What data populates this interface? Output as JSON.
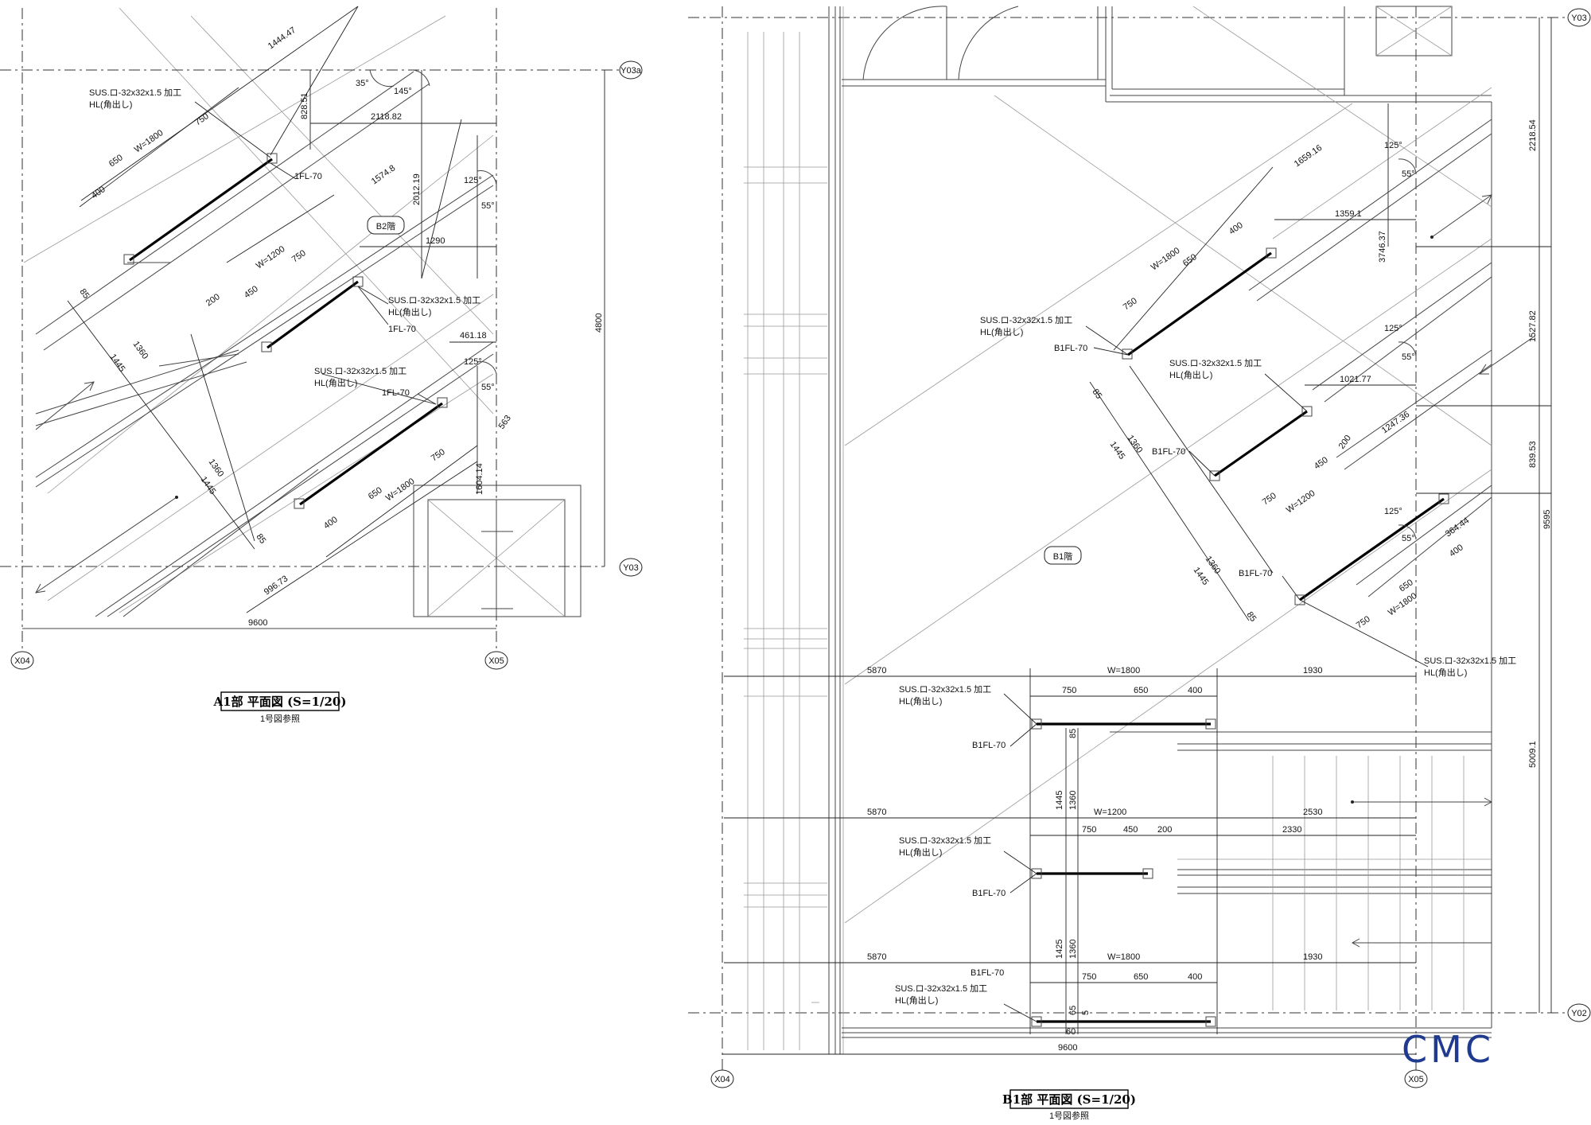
{
  "grid_labels": {
    "x04_left": "X04",
    "x05_left": "X05",
    "y03a": "Y03a",
    "y03_left": "Y03",
    "x04_right": "X04",
    "x05_right": "X05",
    "y03_right": "Y03",
    "y02": "Y02"
  },
  "left_plan": {
    "title": "A1部 平面図 (S=1/20)",
    "subtitle": "1号図参照",
    "floor_tag": "B2階",
    "dims": {
      "d1444": "1444.47",
      "d828": "828.51",
      "d2118": "2118.82",
      "d1574": "1574.8",
      "d2012": "2012.19",
      "d1290": "1290",
      "d461": "461.18",
      "d4800": "4800",
      "d563": "563",
      "d1604": "1604.14",
      "d996": "996.73",
      "d9600": "9600",
      "w1800a": "W=1800",
      "w1200": "W=1200",
      "w1800b": "W=1800",
      "d750a": "750",
      "d650a": "650",
      "d400a": "400",
      "d750b": "750",
      "d450": "450",
      "d200": "200",
      "d750c": "750",
      "d650c": "650",
      "d400c": "400",
      "d85a": "85",
      "d1360a": "1360",
      "d1445a": "1445",
      "d1360b": "1360",
      "d1445b": "1445",
      "d85b": "85"
    },
    "angles": {
      "a35": "35°",
      "a145": "145°",
      "a125a": "125°",
      "a55a": "55°",
      "a125b": "125°",
      "a55b": "55°"
    },
    "notes": {
      "n1_line1": "SUS.ロ-32x32x1.5 加工",
      "n1_line2": "HL(角出し)",
      "n1_lvl": "1FL-70",
      "n2_line1": "SUS.ロ-32x32x1.5 加工",
      "n2_line2": "HL(角出し)",
      "n2_lvl": "1FL-70",
      "n3_line1": "SUS.ロ-32x32x1.5 加工",
      "n3_line2": "HL(角出し)",
      "n3_lvl": "1FL-70"
    }
  },
  "right_plan": {
    "title": "B1部 平面図 (S=1/20)",
    "subtitle": "1号図参照",
    "floor_tag": "B1階",
    "dims": {
      "d2218": "2218.54",
      "d1527": "1527.82",
      "d839": "839.53",
      "d9595": "9595",
      "d5009": "5009.1",
      "d3746": "3746.37",
      "d1659": "1659.16",
      "d1359": "1359.1",
      "d1021": "1021.77",
      "d1247": "1247.36",
      "d364": "364.44",
      "d400r": "400",
      "w1800r1": "W=1800",
      "d650r1": "650",
      "d400r1": "400",
      "d750r1": "750",
      "d85r1": "85",
      "d1360r1": "1360",
      "d1445r1": "1445",
      "d200r2": "200",
      "d450r2": "450",
      "d750r2": "750",
      "w1200r2": "W=1200",
      "d1360r3": "1360",
      "d1445r3": "1445",
      "d85r3": "85",
      "d750r3": "750",
      "w1800r3": "W=1800",
      "d650r3": "650",
      "h5870a": "5870",
      "hw1800a": "W=1800",
      "h1930a": "1930",
      "h750a": "750",
      "h650a": "650",
      "h400a": "400",
      "h85a": "85",
      "h1445": "1445",
      "h1360a": "1360",
      "h5870b": "5870",
      "hw1200b": "W=1200",
      "h2530b": "2530",
      "h750b": "750",
      "h450b": "450",
      "h200b": "200",
      "h2330b": "2330",
      "h5870c": "5870",
      "hw1800c": "W=1800",
      "h1930c": "1930",
      "h750c": "750",
      "h650c": "650",
      "h400c": "400",
      "h1425": "1425",
      "h1360c": "1360",
      "h65": "65",
      "h5": "5",
      "h60": "60",
      "h9600": "9600"
    },
    "angles": {
      "a125r1": "125°",
      "a55r1": "55°",
      "a125r2": "125°",
      "a55r2": "55°",
      "a125r3": "125°",
      "a55r3": "55°"
    },
    "notes": {
      "r1_line1": "SUS.ロ-32x32x1.5 加工",
      "r1_line2": "HL(角出し)",
      "r1_lvl": "B1FL-70",
      "r2_line1": "SUS.ロ-32x32x1.5 加工",
      "r2_line2": "HL(角出し)",
      "r2_lvl": "B1FL-70",
      "r3_line1": "SUS.ロ-32x32x1.5 加工",
      "r3_line2": "HL(角出し)",
      "r3_lvl": "B1FL-70",
      "r4_line1": "SUS.ロ-32x32x1.5 加工",
      "r4_line2": "HL(角出し)",
      "r4_lvl": "B1FL-70",
      "r5_line1": "SUS.ロ-32x32x1.5 加工",
      "r5_line2": "HL(角出し)",
      "r5_lvl": "B1FL-70",
      "r6_line1": "SUS.ロ-32x32x1.5 加工",
      "r6_line2": "HL(角出し)",
      "r6_lvl": "B1FL-70"
    }
  },
  "logo_text": "CMC",
  "colors": {
    "line": "#222222",
    "logo": "#1f3a8f"
  }
}
